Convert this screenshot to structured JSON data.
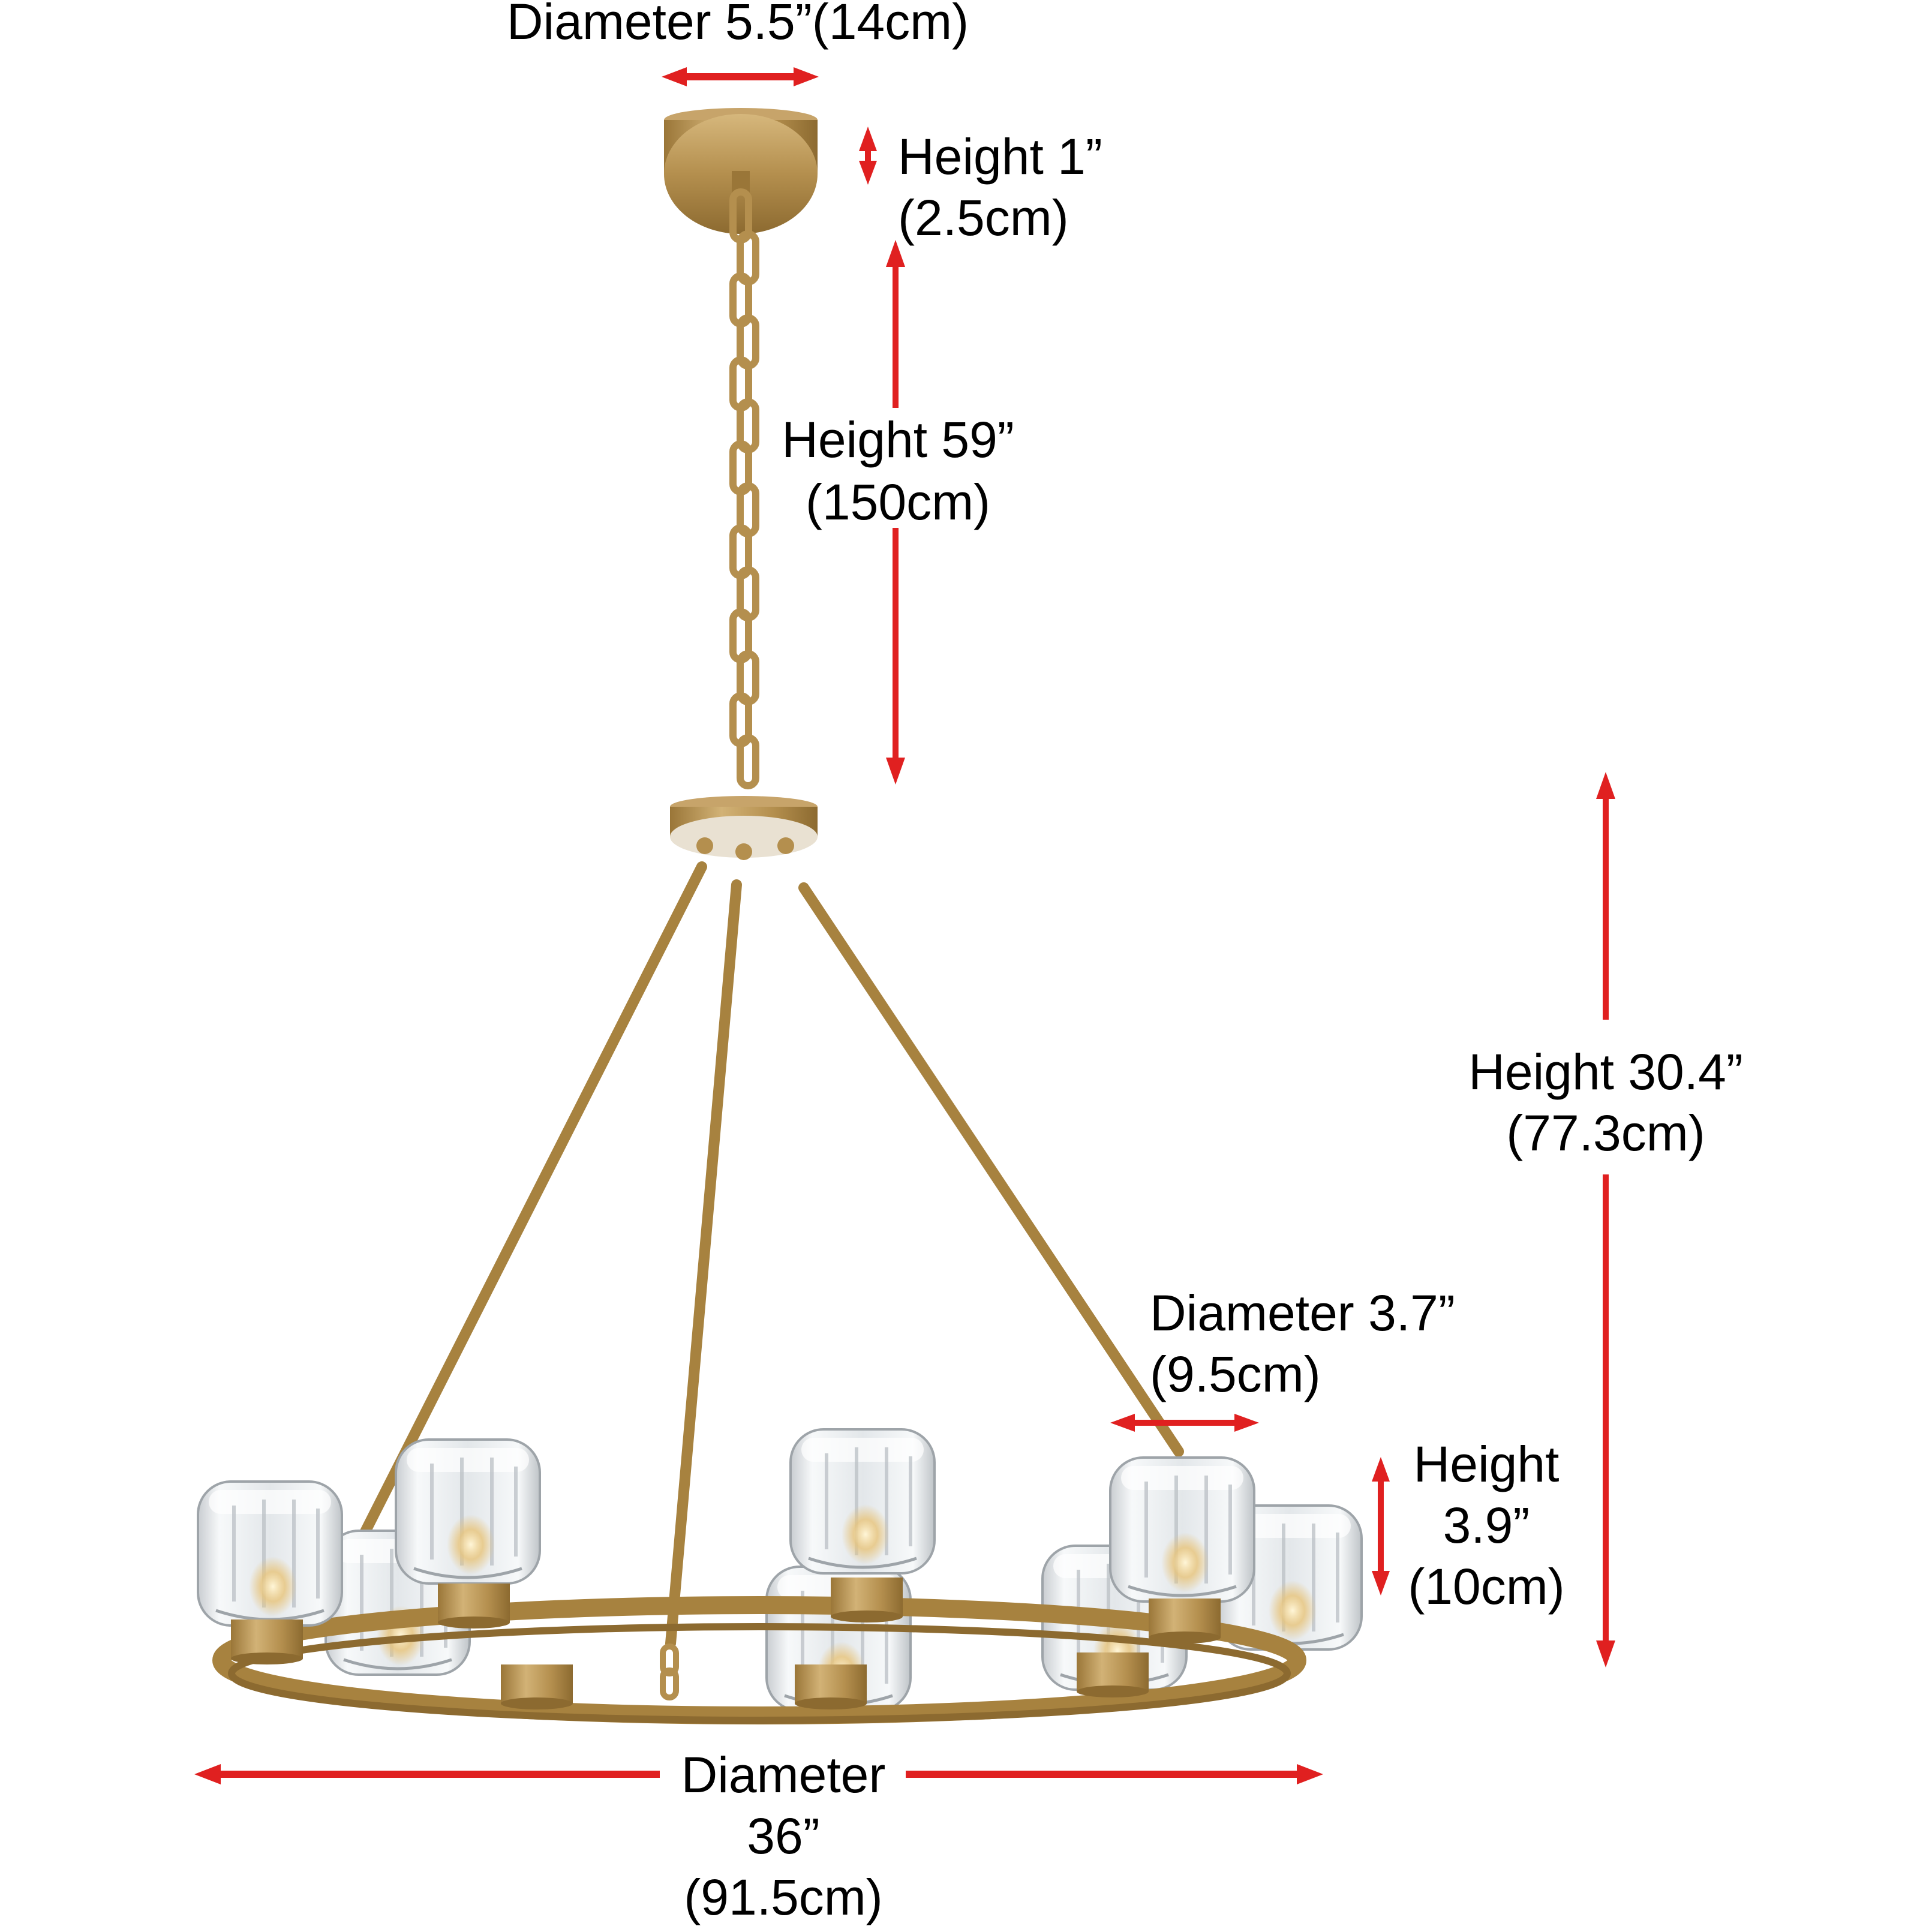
{
  "diagram": {
    "subject": "9-light brass ring chandelier with clear glass shades",
    "colors": {
      "arrow": "#E02020",
      "brass": "#B48F4E",
      "brass_light": "#D2B276",
      "brass_dark": "#8C6A30",
      "glass": "#EEF1F3",
      "text": "#000000",
      "background": "#FFFFFF"
    }
  },
  "dimensions": {
    "canopy_diameter": {
      "label": "Diameter 5.5”(14cm)",
      "inches": 5.5,
      "cm": 14
    },
    "canopy_height": {
      "line1": "Height 1”",
      "line2": "(2.5cm)",
      "inches": 1,
      "cm": 2.5
    },
    "chain_height": {
      "line1": "Height 59”",
      "line2": "(150cm)",
      "inches": 59,
      "cm": 150
    },
    "body_height": {
      "line1": "Height 30.4”",
      "line2": "(77.3cm)",
      "inches": 30.4,
      "cm": 77.3
    },
    "shade_diameter": {
      "line1": "Diameter 3.7”",
      "line2": "(9.5cm)",
      "inches": 3.7,
      "cm": 9.5
    },
    "shade_height": {
      "line1": "Height",
      "line2": "3.9”",
      "line3": "(10cm)",
      "inches": 3.9,
      "cm": 10
    },
    "ring_diameter": {
      "line1": "Diameter",
      "line2": "36”",
      "line3": "(91.5cm)",
      "inches": 36,
      "cm": 91.5
    }
  }
}
